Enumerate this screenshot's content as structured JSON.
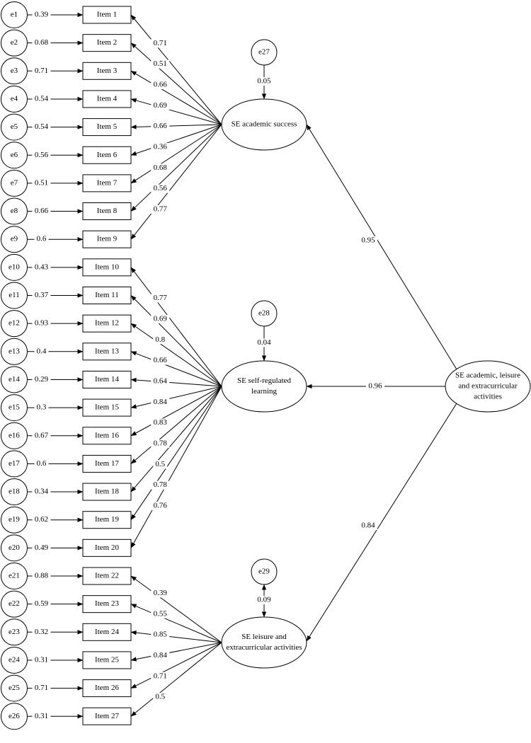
{
  "items": [
    {
      "error": "e1",
      "error_loading": "0.39",
      "label": "Item 1",
      "loading": "0.71",
      "factor": 0
    },
    {
      "error": "e2",
      "error_loading": "0.68",
      "label": "Item 2",
      "loading": "0.51",
      "factor": 0
    },
    {
      "error": "e3",
      "error_loading": "0.71",
      "label": "Item 3",
      "loading": "0.66",
      "factor": 0
    },
    {
      "error": "e4",
      "error_loading": "0.54",
      "label": "Item 4",
      "loading": "0.69",
      "factor": 0
    },
    {
      "error": "e5",
      "error_loading": "0.54",
      "label": "Item 5",
      "loading": "0.66",
      "factor": 0
    },
    {
      "error": "e6",
      "error_loading": "0.56",
      "label": "Item 6",
      "loading": "0.36",
      "factor": 0
    },
    {
      "error": "e7",
      "error_loading": "0.51",
      "label": "Item 7",
      "loading": "0.68",
      "factor": 0
    },
    {
      "error": "e8",
      "error_loading": "0.66",
      "label": "Item 8",
      "loading": "0.56",
      "factor": 0
    },
    {
      "error": "e9",
      "error_loading": "0.6",
      "label": "Item 9",
      "loading": "0.77",
      "factor": 0
    },
    {
      "error": "e10",
      "error_loading": "0.43",
      "label": "Item 10",
      "loading": "0.77",
      "factor": 1
    },
    {
      "error": "e11",
      "error_loading": "0.37",
      "label": "Item 11",
      "loading": "0.69",
      "factor": 1
    },
    {
      "error": "e12",
      "error_loading": "0.93",
      "label": "Item 12",
      "loading": "0.8",
      "factor": 1
    },
    {
      "error": "e13",
      "error_loading": "0.4",
      "label": "Item 13",
      "loading": "0.66",
      "factor": 1
    },
    {
      "error": "e14",
      "error_loading": "0.29",
      "label": "Item 14",
      "loading": "0.64",
      "factor": 1
    },
    {
      "error": "e15",
      "error_loading": "0.3",
      "label": "Item 15",
      "loading": "0.84",
      "factor": 1
    },
    {
      "error": "e16",
      "error_loading": "0.67",
      "label": "Item 16",
      "loading": "0.83",
      "factor": 1
    },
    {
      "error": "e17",
      "error_loading": "0.6",
      "label": "Item 17",
      "loading": "0.78",
      "factor": 1
    },
    {
      "error": "e18",
      "error_loading": "0.34",
      "label": "Item 18",
      "loading": "0.5",
      "factor": 1
    },
    {
      "error": "e19",
      "error_loading": "0.62",
      "label": "Item 19",
      "loading": "0.78",
      "factor": 1
    },
    {
      "error": "e20",
      "error_loading": "0.49",
      "label": "Item 20",
      "loading": "0.76",
      "factor": 1
    },
    {
      "error": "e21",
      "error_loading": "0.88",
      "label": "Item 22",
      "loading": "0.39",
      "factor": 2
    },
    {
      "error": "e22",
      "error_loading": "0.59",
      "label": "Item 23",
      "loading": "0.55",
      "factor": 2
    },
    {
      "error": "e23",
      "error_loading": "0.32",
      "label": "Item 24",
      "loading": "0.85",
      "factor": 2
    },
    {
      "error": "e24",
      "error_loading": "0.31",
      "label": "Item 25",
      "loading": "0.84",
      "factor": 2
    },
    {
      "error": "e25",
      "error_loading": "0.71",
      "label": "Item 26",
      "loading": "0.71",
      "factor": 2
    },
    {
      "error": "e26",
      "error_loading": "0.31",
      "label": "Item 27",
      "loading": "0.5",
      "factor": 2
    }
  ],
  "factors": [
    {
      "name_lines": [
        "SE academic success"
      ],
      "disturbance": "e27",
      "disturbance_loading": "0.05"
    },
    {
      "name_lines": [
        "SE self-regulated",
        "learning"
      ],
      "disturbance": "e28",
      "disturbance_loading": "0.04"
    },
    {
      "name_lines": [
        "SE leisure and",
        "extracurricular activities"
      ],
      "disturbance": "e29",
      "disturbance_loading": "0.09"
    }
  ],
  "higher_order": {
    "name_lines": [
      "SE academic, leisure",
      "and extracurricular",
      "activities"
    ],
    "paths": [
      "0.95",
      "0.96",
      "0.84"
    ]
  }
}
